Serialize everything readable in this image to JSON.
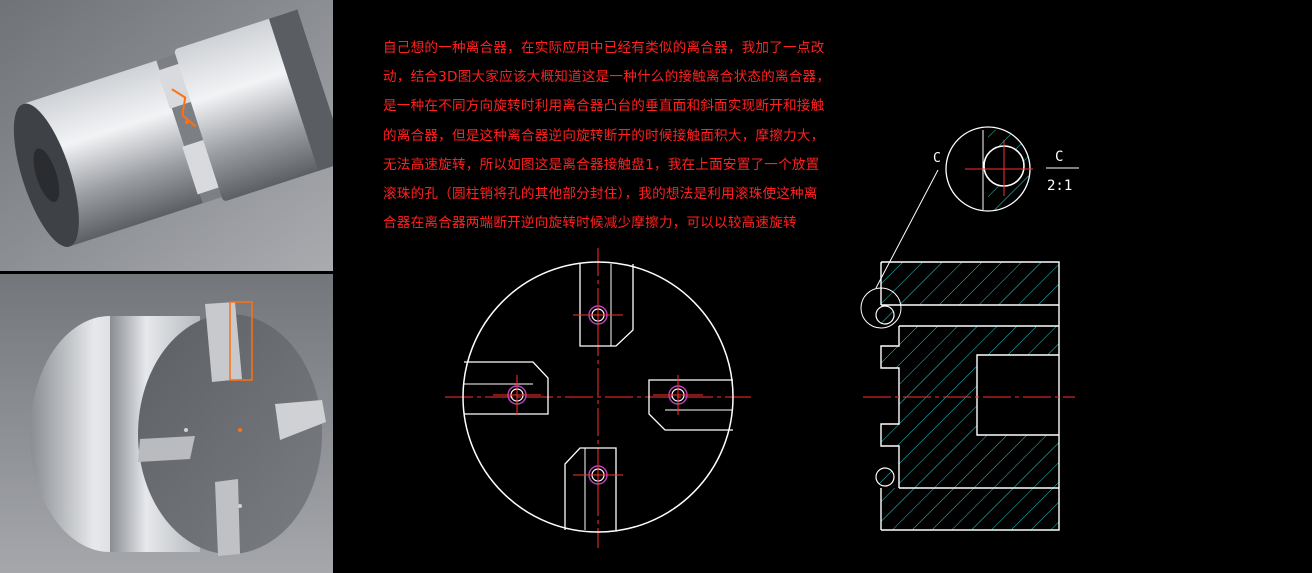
{
  "description": {
    "lines": [
      "自己想的一种离合器，在实际应用中已经有类似的离合器，我加了一点改",
      "动，结合3D图大家应该大概知道这是一种什么的接触离合状态的离合器，",
      "是一种在不同方向旋转时利用离合器凸台的垂直面和斜面实现断开和接触",
      "的离合器，但是这种离合器逆向旋转断开的时候接触面积大，摩擦力大，",
      "无法高速旋转，所以如图这是离合器接触盘1，我在上面安置了一个放置",
      "滚珠的孔（圆柱销将孔的其他部分封住），我的想法是利用滚珠使这种离",
      "合器在离合器两端断开逆向旋转时候减少摩擦力，可以以较高速旋转"
    ]
  },
  "detail_view": {
    "label": "C",
    "callout_letter": "C",
    "scale": "2:1"
  },
  "colors": {
    "background": "#000000",
    "text": "#ff2020",
    "centerline": "#ff3030",
    "outline": "#ffffff",
    "hatch": "#30c8c8",
    "hole_ring": "#c040c0",
    "render_bg": "#8e9196",
    "highlight": "#ff7010"
  },
  "icons": {
    "top_render": "clutch-assembly-3d-render",
    "bottom_render": "clutch-disc-3d-render"
  }
}
